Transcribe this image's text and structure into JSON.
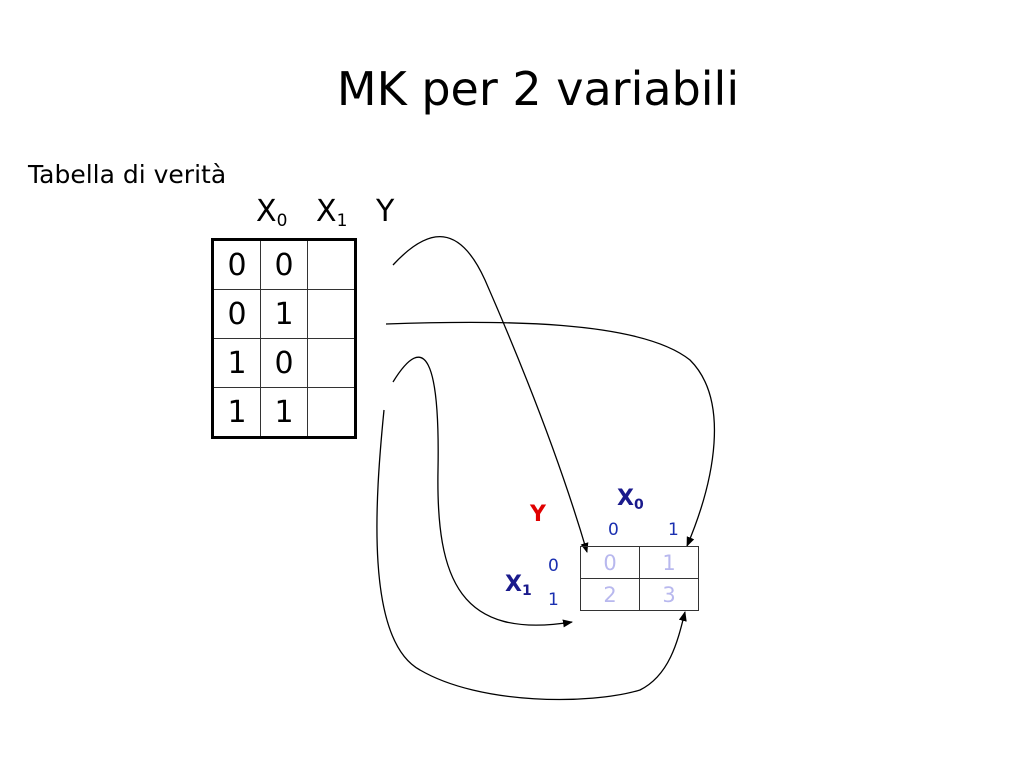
{
  "title": "MK per 2 variabili",
  "subtitle": "Tabella di verità",
  "truth_table": {
    "headers": [
      {
        "base": "X",
        "sub": "0"
      },
      {
        "base": "X",
        "sub": "1"
      },
      {
        "base": "Y",
        "sub": ""
      }
    ],
    "rows": [
      [
        "0",
        "0",
        ""
      ],
      [
        "0",
        "1",
        ""
      ],
      [
        "1",
        "0",
        ""
      ],
      [
        "1",
        "1",
        ""
      ]
    ]
  },
  "kmap": {
    "output_label": "Y",
    "col_var": {
      "base": "X",
      "sub": "0"
    },
    "row_var": {
      "base": "X",
      "sub": "1"
    },
    "col_indices": [
      "0",
      "1"
    ],
    "row_indices": [
      "0",
      "1"
    ],
    "cells": [
      [
        "0",
        "1"
      ],
      [
        "2",
        "3"
      ]
    ]
  },
  "colors": {
    "output_label": "#e00000",
    "variable_labels": "#1a1a8c",
    "indices": "#1a2fb0",
    "cell_numbers": "#b8b8ee"
  }
}
